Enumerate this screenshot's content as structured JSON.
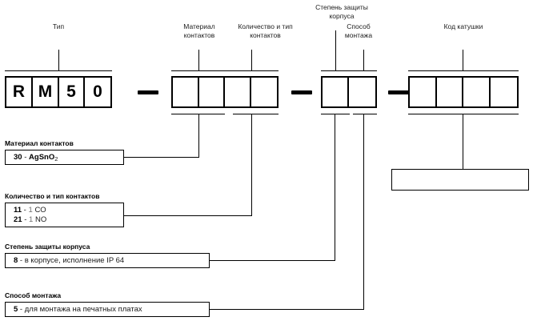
{
  "diagram": {
    "title": "RM50 type designation key",
    "headers": [
      {
        "id": "type",
        "text": "Тип"
      },
      {
        "id": "contact-material",
        "text": "Материал\nконтактов"
      },
      {
        "id": "contact-count",
        "text": "Количество и тип\nконтактов"
      },
      {
        "id": "enclosure",
        "text": "Степень защиты\nкорпуса"
      },
      {
        "id": "mounting",
        "text": "Способ\nмонтажа"
      },
      {
        "id": "coil-code",
        "text": "Код катушки"
      }
    ],
    "code_groups": [
      {
        "id": "type",
        "cells": [
          "R",
          "M",
          "5",
          "0"
        ]
      },
      {
        "id": "contact-material",
        "cells": [
          "",
          "",
          "",
          ""
        ]
      },
      {
        "id": "enclosure",
        "cells": [
          "",
          ""
        ]
      },
      {
        "id": "coil-code",
        "cells": [
          "",
          "",
          "",
          ""
        ]
      }
    ],
    "separators": [
      "—",
      "—",
      "—"
    ],
    "legend": [
      {
        "id": "contact-material",
        "title": "Материал контактов",
        "rows": [
          {
            "code": "30",
            "sep": " - ",
            "value": "AgSnO",
            "subscript": "2"
          }
        ]
      },
      {
        "id": "contact-count",
        "title": "Количество и тип контактов",
        "rows": [
          {
            "code": "11",
            "sep": " - ",
            "num": "1",
            "value": "CO"
          },
          {
            "code": "21",
            "sep": " - ",
            "num": "1",
            "value": "NO"
          }
        ]
      },
      {
        "id": "enclosure",
        "title": "Степень защиты корпуса",
        "rows": [
          {
            "code": "8",
            "sep": " - ",
            "value": "в корпусе, исполнение IP 64"
          }
        ]
      },
      {
        "id": "mounting",
        "title": "Способ монтажа",
        "rows": [
          {
            "code": "5",
            "sep": " - ",
            "value": "для монтажа на печатных платах"
          }
        ]
      }
    ],
    "coil_code_box": {
      "id": "coil-code-box",
      "text": ""
    },
    "colors": {
      "line": "#000000",
      "text": "#1c1c1c",
      "background": "#ffffff"
    }
  }
}
